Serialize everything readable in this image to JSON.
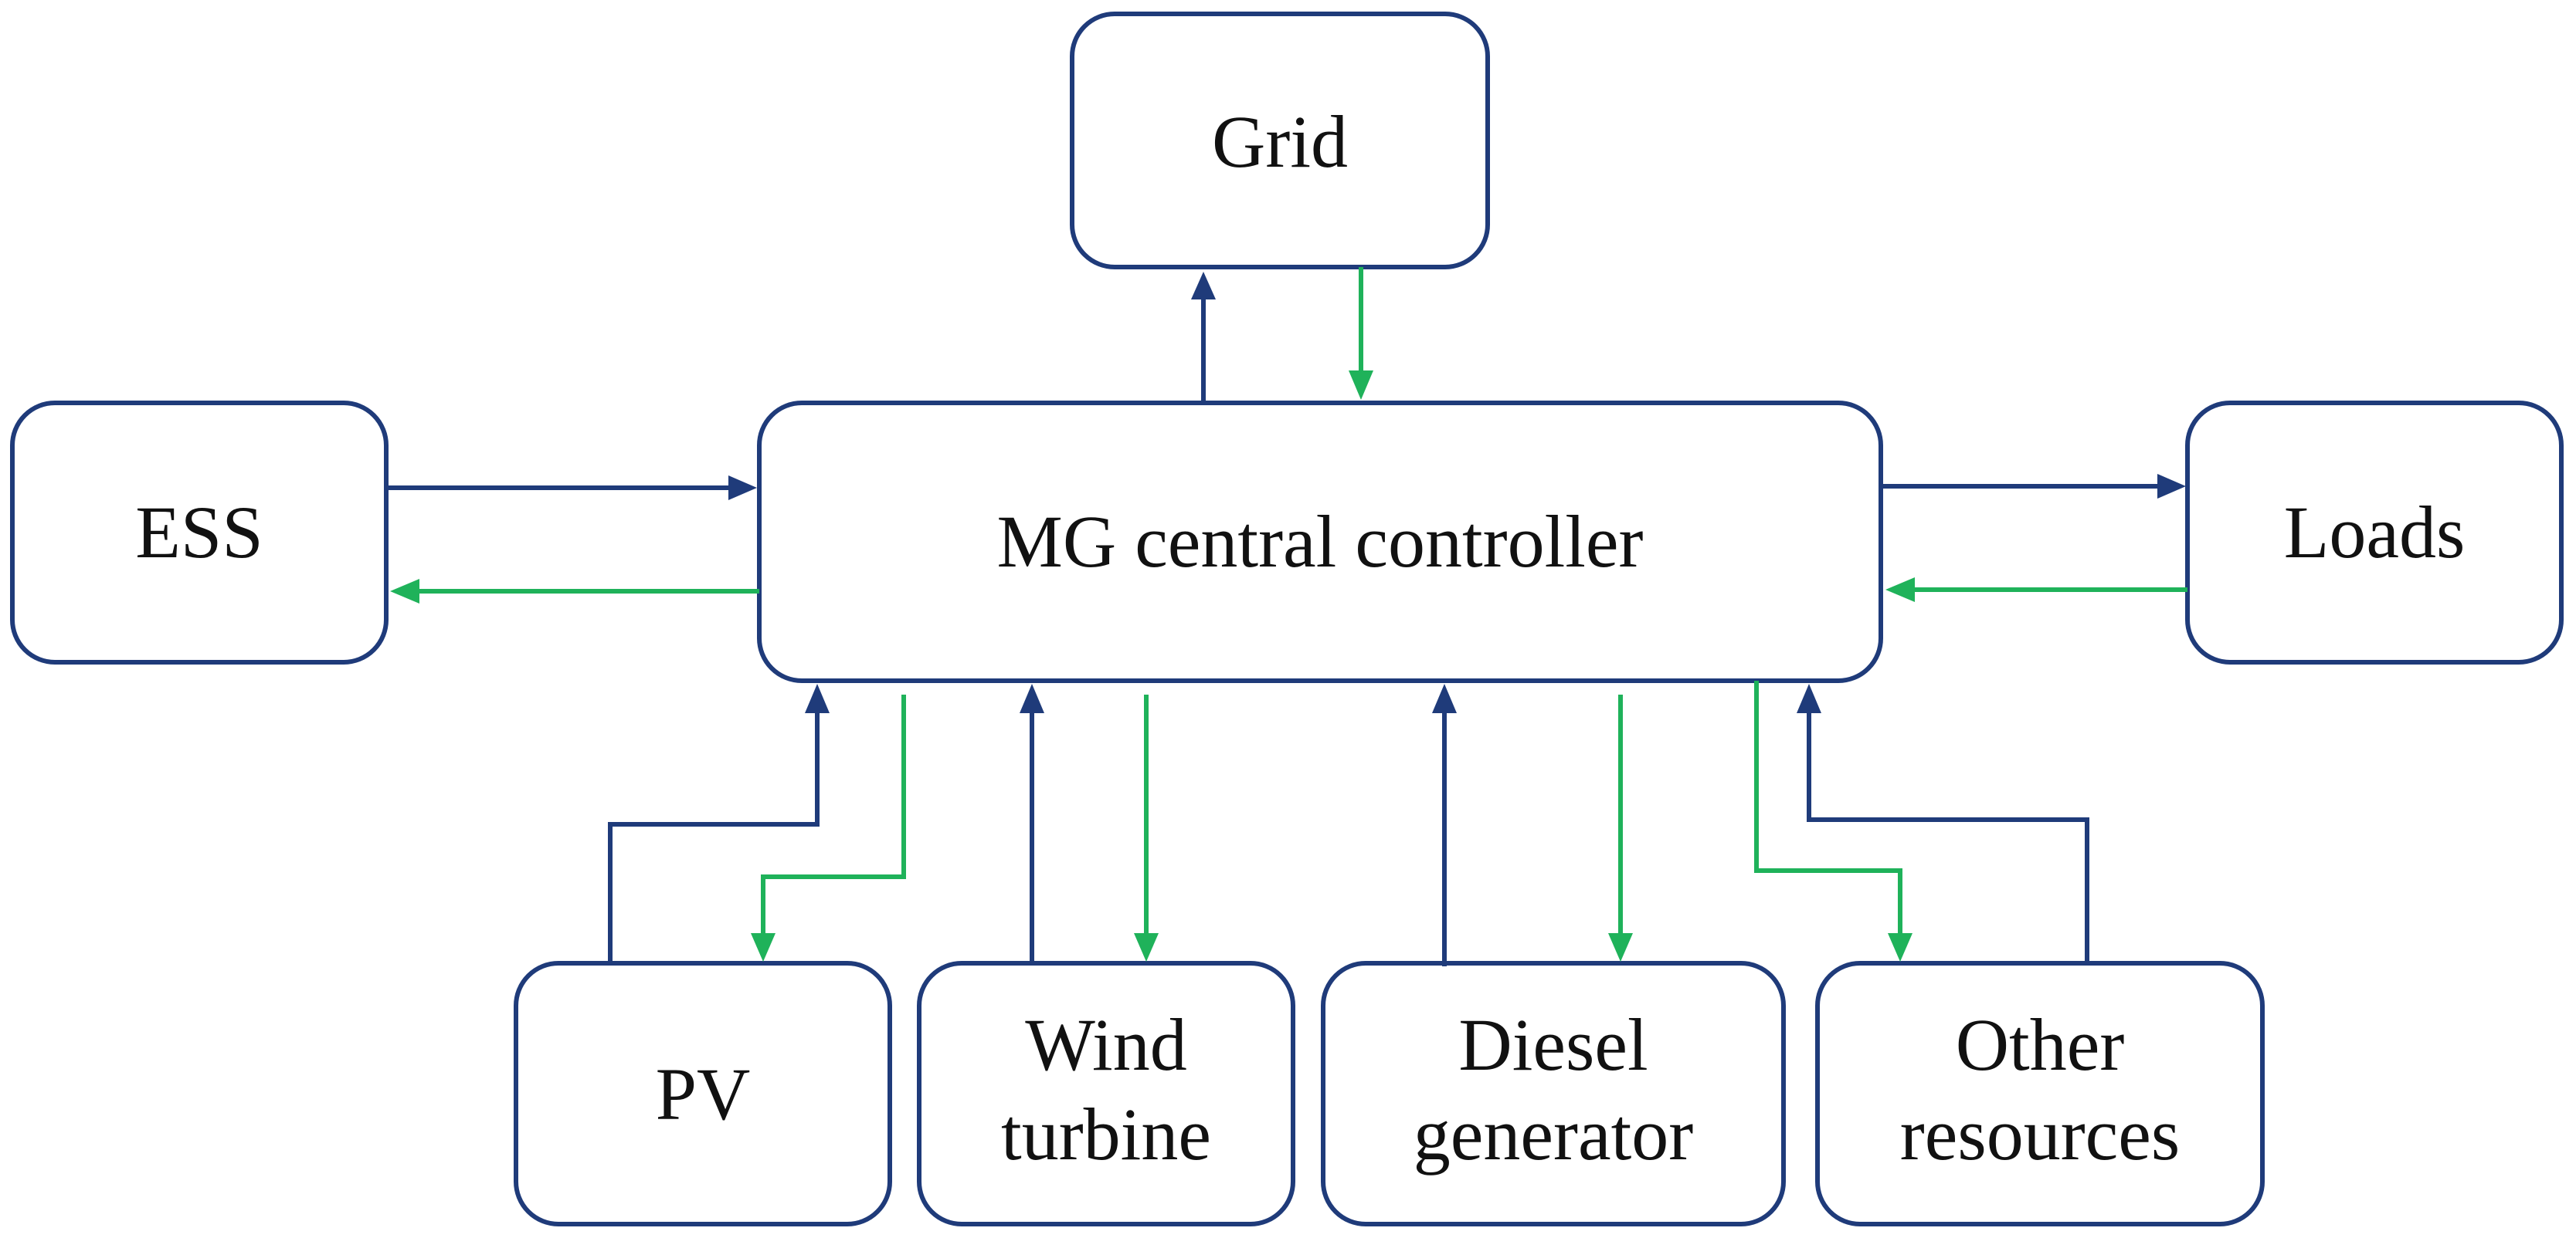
{
  "diagram": {
    "nodes": {
      "grid": "Grid",
      "ess": "ESS",
      "controller": "MG central controller",
      "loads": "Loads",
      "pv": "PV",
      "wind_line1": "Wind",
      "wind_line2": "turbine",
      "diesel_line1": "Diesel",
      "diesel_line2": "generator",
      "other_line1": "Other",
      "other_line2": "resources"
    },
    "colors": {
      "box_border": "#1f3b7a",
      "blue_arrow": "#1f3b7a",
      "green_arrow": "#1fb25a",
      "text": "#111111"
    }
  }
}
